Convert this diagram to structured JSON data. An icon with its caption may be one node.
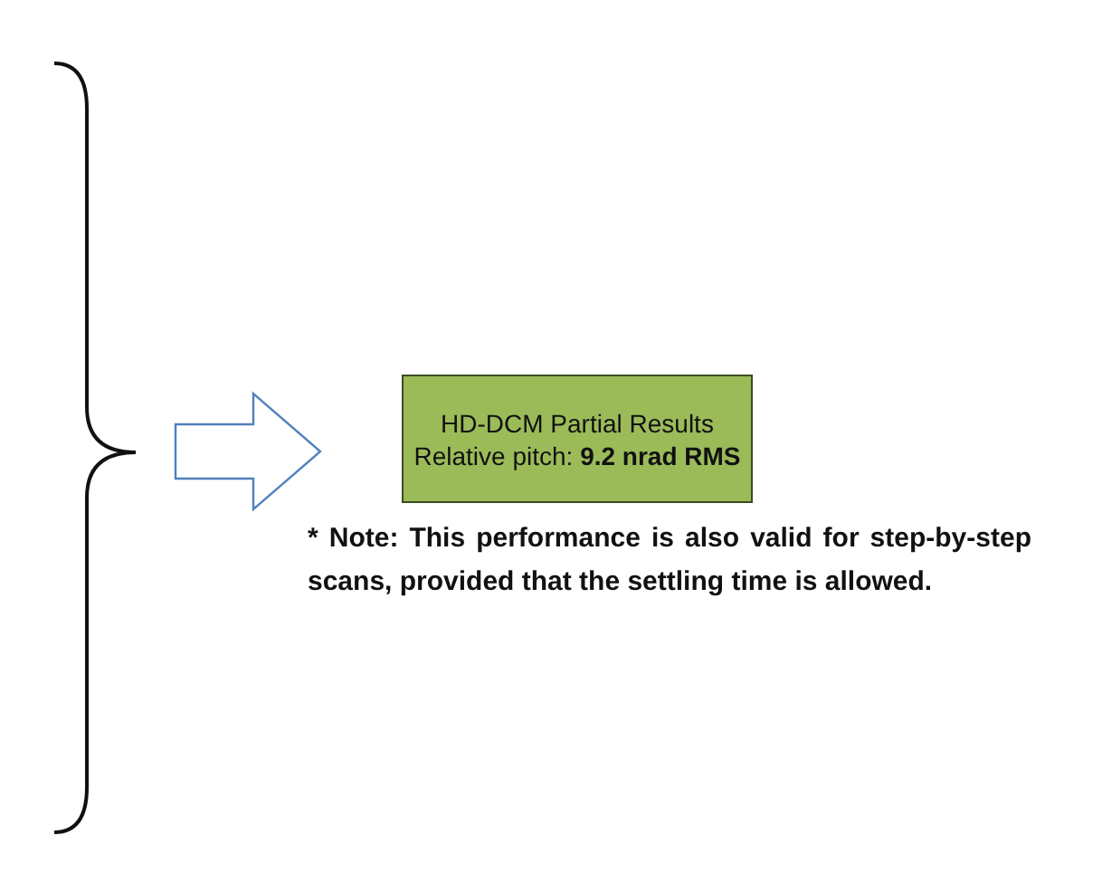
{
  "diagram": {
    "nodes": [
      {
        "text": [],
        "shape": "brace"
      },
      {
        "text": [
          "HD-DCM Partial Results",
          "Relative pitch: **9.2 nrad RMS**"
        ]
      }
    ],
    "edges": [
      {
        "from": 0,
        "to": 1,
        "arrow": "to"
      }
    ],
    "labels": [
      "* Note: This performance is also valid for step-by-step scans, provided that the settling time is allowed."
    ]
  }
}
